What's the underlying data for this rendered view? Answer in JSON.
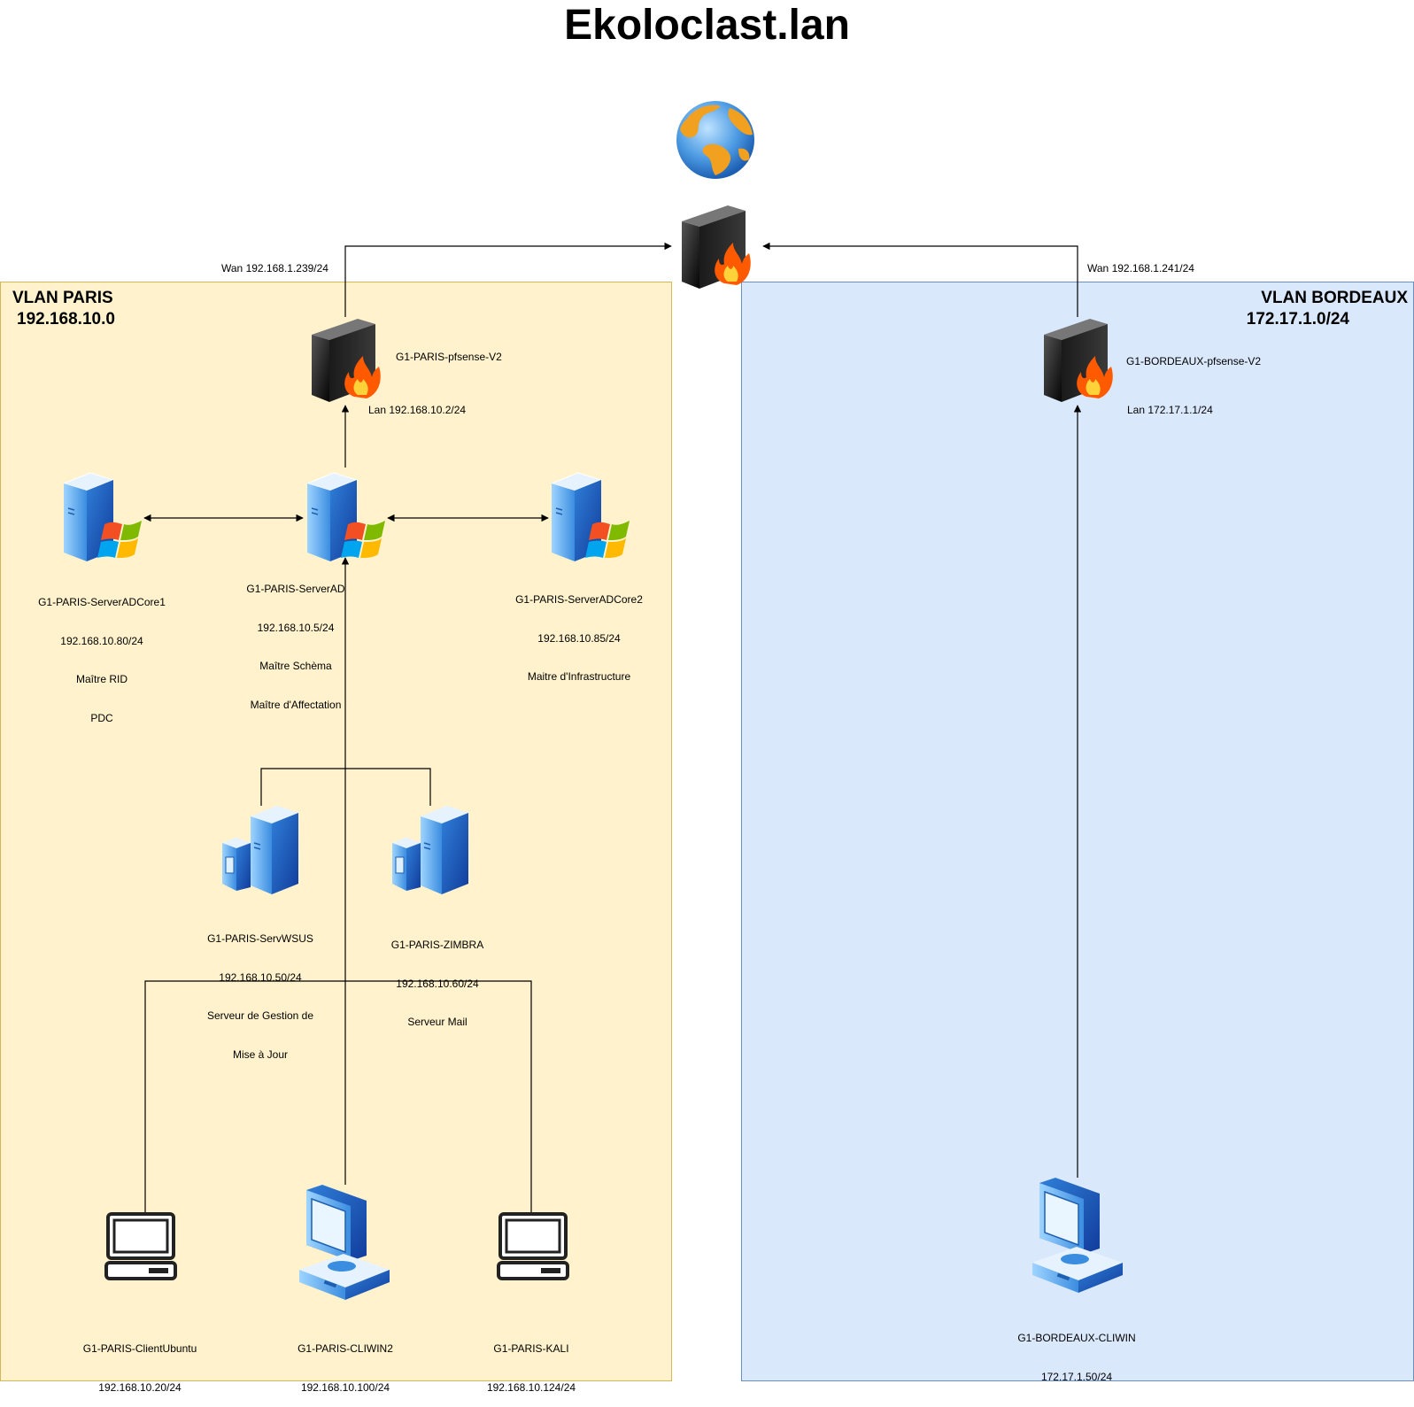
{
  "title": "Ekoloclast.lan",
  "vlans": {
    "paris": {
      "name": "VLAN PARIS",
      "subnet": "192.168.10.0",
      "fill": "#fff2cc",
      "stroke": "#d6b656"
    },
    "bordeaux": {
      "name": "VLAN BORDEAUX",
      "subnet": "172.17.1.0/24",
      "fill": "#dae8fc",
      "stroke": "#6c8ebf"
    }
  },
  "links": {
    "paris_wan": "Wan 192.168.1.239/24",
    "paris_lan": "Lan 192.168.10.2/24",
    "bdx_wan": "Wan 192.168.1.241/24",
    "bdx_lan": "Lan 172.17.1.1/24"
  },
  "nodes": {
    "internet": {
      "icon": "globe-icon"
    },
    "core_firewall": {
      "icon": "firewall-icon"
    },
    "paris_pfsense": {
      "icon": "firewall-icon",
      "name": "G1-PARIS-pfsense-V2"
    },
    "bdx_pfsense": {
      "icon": "firewall-icon",
      "name": "G1-BORDEAUX-pfsense-V2"
    },
    "paris_serverad": {
      "icon": "windows-server-icon",
      "name": "G1-PARIS-ServerAD",
      "ip": "192.168.10.5/24",
      "role1": "Maître Schèma",
      "role2": "Maître d'Affectation"
    },
    "paris_adcore1": {
      "icon": "windows-server-icon",
      "name": "G1-PARIS-ServerADCore1",
      "ip": "192.168.10.80/24",
      "role1": "Maître RID",
      "role2": "PDC"
    },
    "paris_adcore2": {
      "icon": "windows-server-icon",
      "name": "G1-PARIS-ServerADCore2",
      "ip": "192.168.10.85/24",
      "role1": "Maitre d'Infrastructure"
    },
    "paris_wsus": {
      "icon": "server-icon",
      "name": "G1-PARIS-ServWSUS",
      "ip": "192.168.10.50/24",
      "role1": "Serveur de Gestion de",
      "role2": "Mise à Jour"
    },
    "paris_zimbra": {
      "icon": "server-icon",
      "name": "G1-PARIS-ZIMBRA",
      "ip": "192.168.10.60/24",
      "role1": "Serveur Mail"
    },
    "paris_ubuntu": {
      "icon": "laptop-icon",
      "name": "G1-PARIS-ClientUbuntu",
      "ip": "192.168.10.20/24"
    },
    "paris_cliwin2": {
      "icon": "workstation-icon",
      "name": "G1-PARIS-CLIWIN2",
      "ip": "192.168.10.100/24"
    },
    "paris_kali": {
      "icon": "laptop-icon",
      "name": "G1-PARIS-KALI",
      "ip": "192.168.10.124/24"
    },
    "bdx_cliwin": {
      "icon": "workstation-icon",
      "name": "G1-BORDEAUX-CLIWIN",
      "ip": "172.17.1.50/24"
    }
  }
}
